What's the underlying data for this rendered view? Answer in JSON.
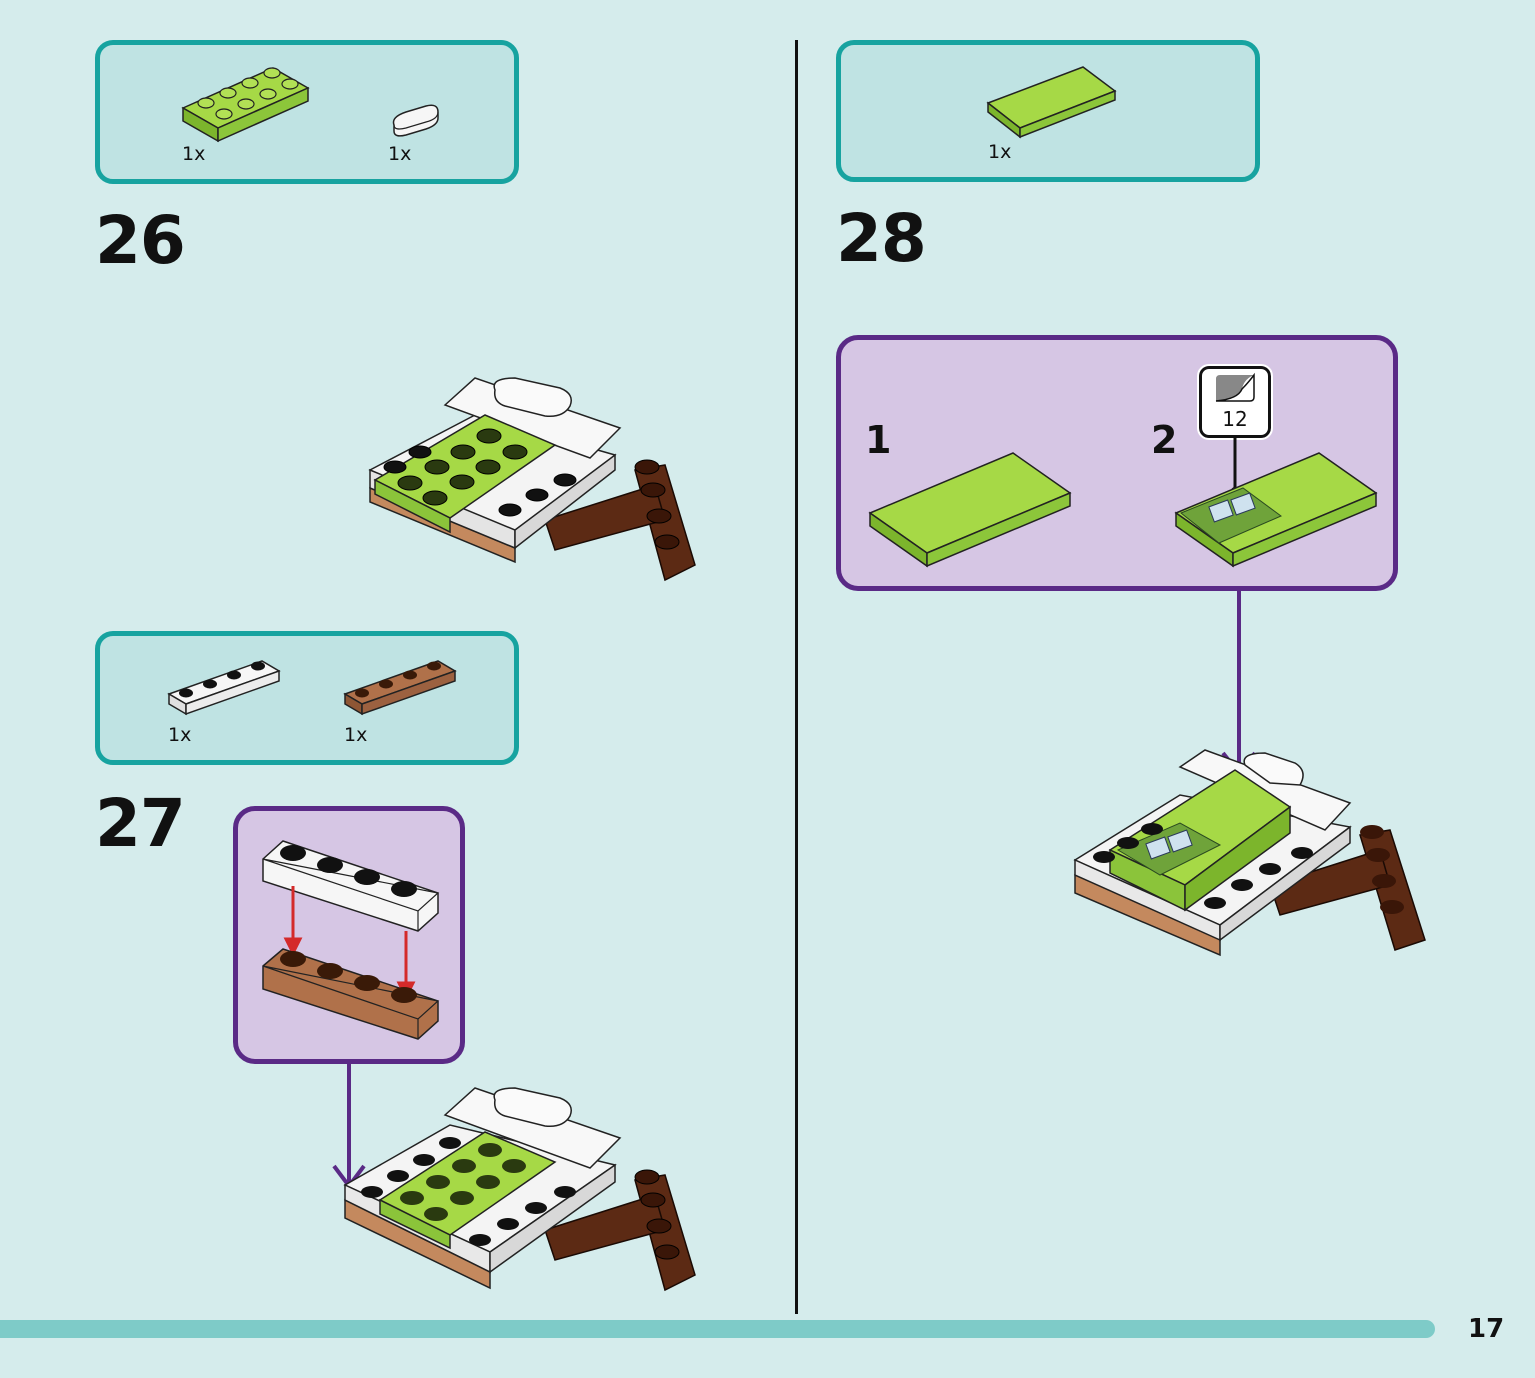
{
  "page": {
    "number": "17"
  },
  "steps": [
    {
      "number": "26",
      "parts": [
        {
          "qty": "1x",
          "part": "lime-plate-2x4"
        },
        {
          "qty": "1x",
          "part": "white-tile-round-1x2"
        }
      ]
    },
    {
      "number": "27",
      "parts": [
        {
          "qty": "1x",
          "part": "white-plate-1x4"
        },
        {
          "qty": "1x",
          "part": "brown-plate-1x4"
        }
      ]
    },
    {
      "number": "28",
      "parts": [
        {
          "qty": "1x",
          "part": "lime-tile-2x4"
        }
      ],
      "substeps": [
        {
          "number": "1"
        },
        {
          "number": "2",
          "sticker": "12"
        }
      ]
    }
  ],
  "colors": {
    "background": "#d5ecec",
    "parts_box_border": "#17a3a0",
    "parts_box_fill": "#bfe3e3",
    "callout_border": "#5a2a86",
    "callout_fill": "#d6c6e4",
    "lime": "#a6d946",
    "white": "#f4f4f4",
    "brown": "#5c2a14",
    "tan_brown": "#b0714a",
    "arrow_red": "#d42a2a"
  }
}
